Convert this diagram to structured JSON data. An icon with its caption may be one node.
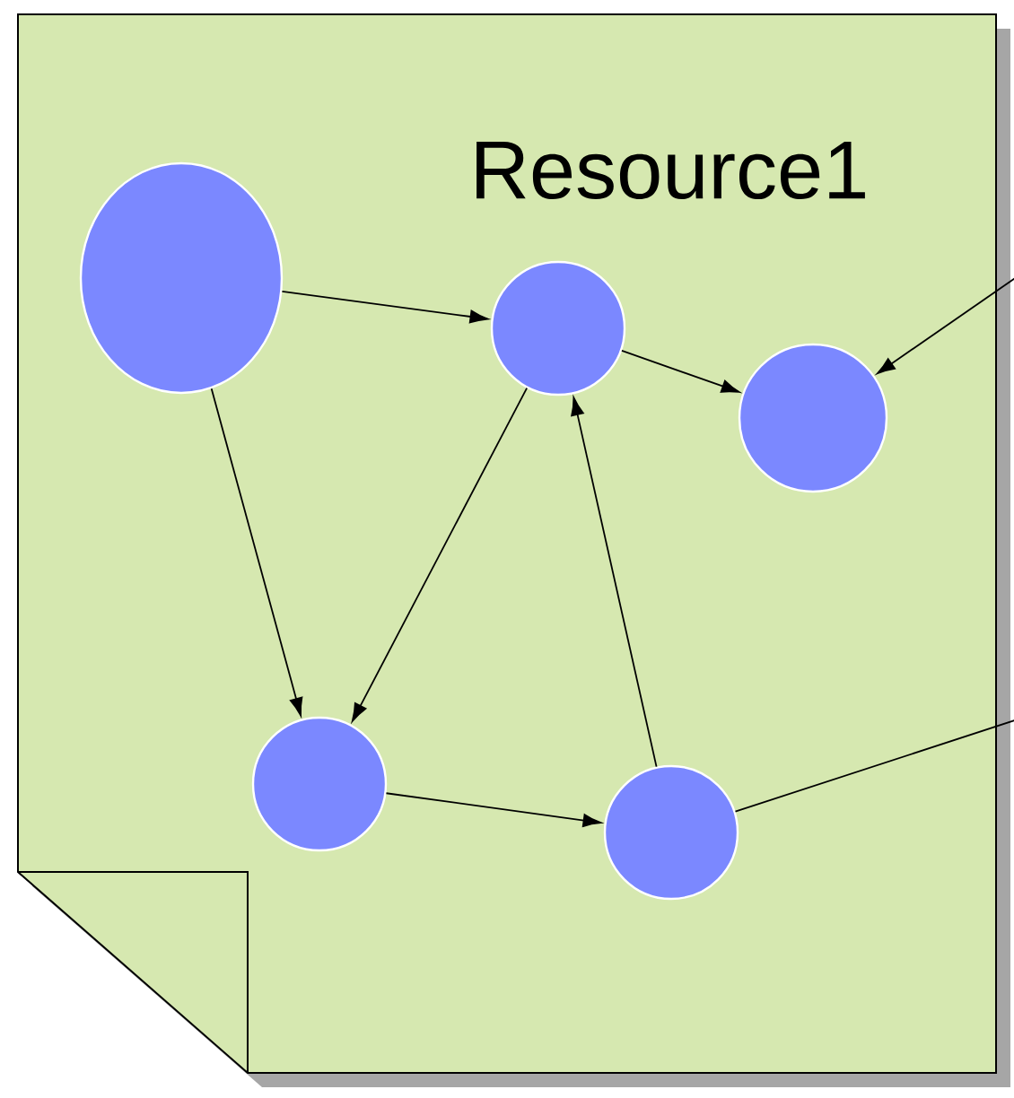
{
  "diagram": {
    "nodes": [
      {
        "text": [
          "Resource1"
        ]
      },
      {
        "text": [],
        "shape": "circle",
        "in": 0
      },
      {
        "text": [],
        "shape": "circle",
        "in": 0
      },
      {
        "text": [],
        "shape": "circle",
        "in": 0
      },
      {
        "text": [],
        "shape": "circle",
        "in": 0
      },
      {
        "text": [],
        "shape": "circle",
        "in": 0
      }
    ],
    "edges": [
      {
        "from": 1,
        "to": 2,
        "arrow": "to"
      },
      {
        "from": 2,
        "to": 3,
        "arrow": "to"
      },
      {
        "from": null,
        "to": 3,
        "arrow": "to"
      },
      {
        "from": 1,
        "to": 4,
        "arrow": "to"
      },
      {
        "from": 2,
        "to": 4,
        "arrow": "to"
      },
      {
        "from": 4,
        "to": 5,
        "arrow": "to"
      },
      {
        "from": 5,
        "to": 2,
        "arrow": "to"
      },
      {
        "from": 5,
        "to": null,
        "arrow": "none"
      }
    ]
  }
}
